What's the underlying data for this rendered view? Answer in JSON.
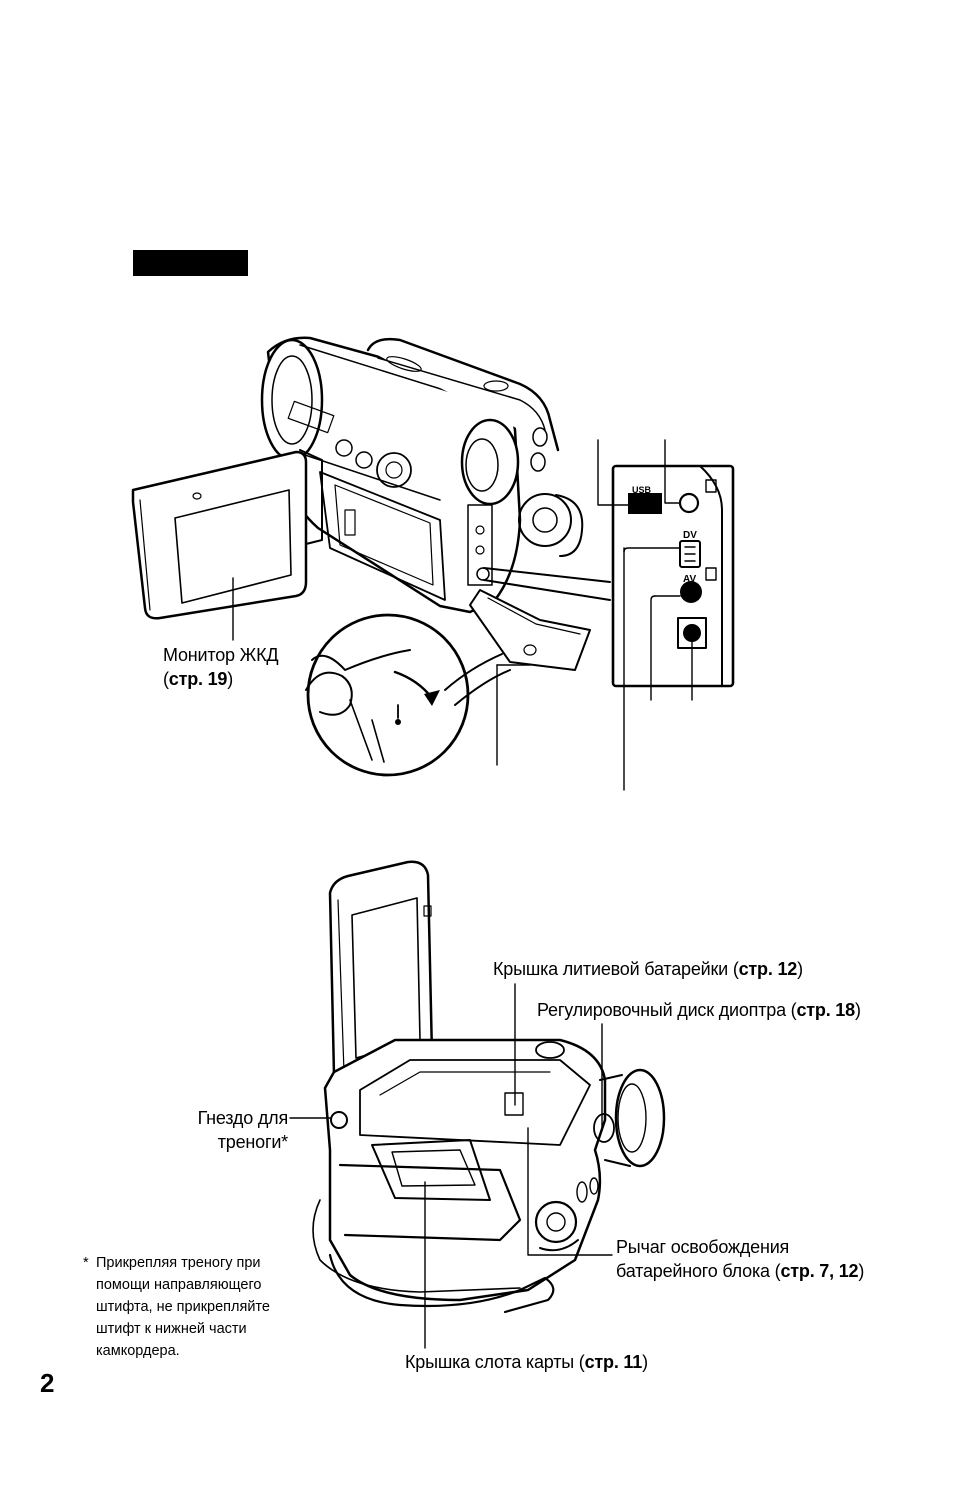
{
  "labels": {
    "lcd_monitor": {
      "name": "Монитор ЖКД",
      "ref_open": "(",
      "ref": "стр. 19",
      "ref_close": ")"
    },
    "lithium_cover": {
      "name": "Крышка литиевой батарейки (",
      "ref": "стр. 12",
      "close": ")"
    },
    "diopter_dial": {
      "name": "Регулировочный диск диоптра (",
      "ref": "стр. 18",
      "close": ")"
    },
    "tripod_socket": {
      "line1": "Гнездо для",
      "line2": "треноги*"
    },
    "battery_release": {
      "line1": "Рычаг освобождения",
      "line2_name": "батарейного блока (",
      "ref": "стр. 7, 12",
      "close": ")"
    },
    "card_slot_cover": {
      "name": "Крышка слота карты (",
      "ref": "стр. 11",
      "close": ")"
    }
  },
  "jack_labels": {
    "usb": "USB",
    "dv": "DV",
    "av": "AV"
  },
  "footnote": {
    "marker": "*",
    "lines": [
      "Прикрепляя треногу при",
      "помощи направляющего",
      "штифта, не прикрепляйте",
      "штифт к нижней части",
      "камкордера."
    ]
  },
  "page_number": "2"
}
